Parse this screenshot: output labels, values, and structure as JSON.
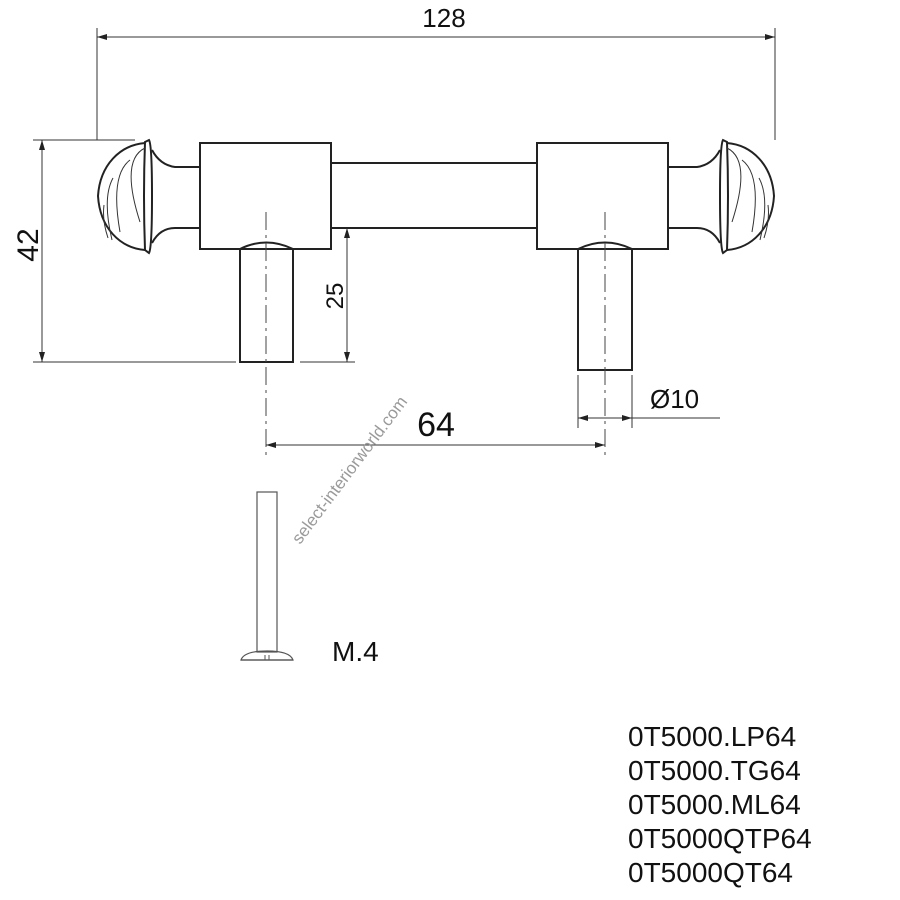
{
  "dimensions": {
    "overall_length": "128",
    "height": "42",
    "post_height": "25",
    "center_distance": "64",
    "post_diameter": "Ø10"
  },
  "screw": {
    "label": "M.4"
  },
  "watermark": "select-interiorworld.com",
  "product_codes": [
    "0T5000.LP64",
    "0T5000.TG64",
    "0T5000.ML64",
    "0T5000QTP64",
    "0T5000QT64"
  ]
}
